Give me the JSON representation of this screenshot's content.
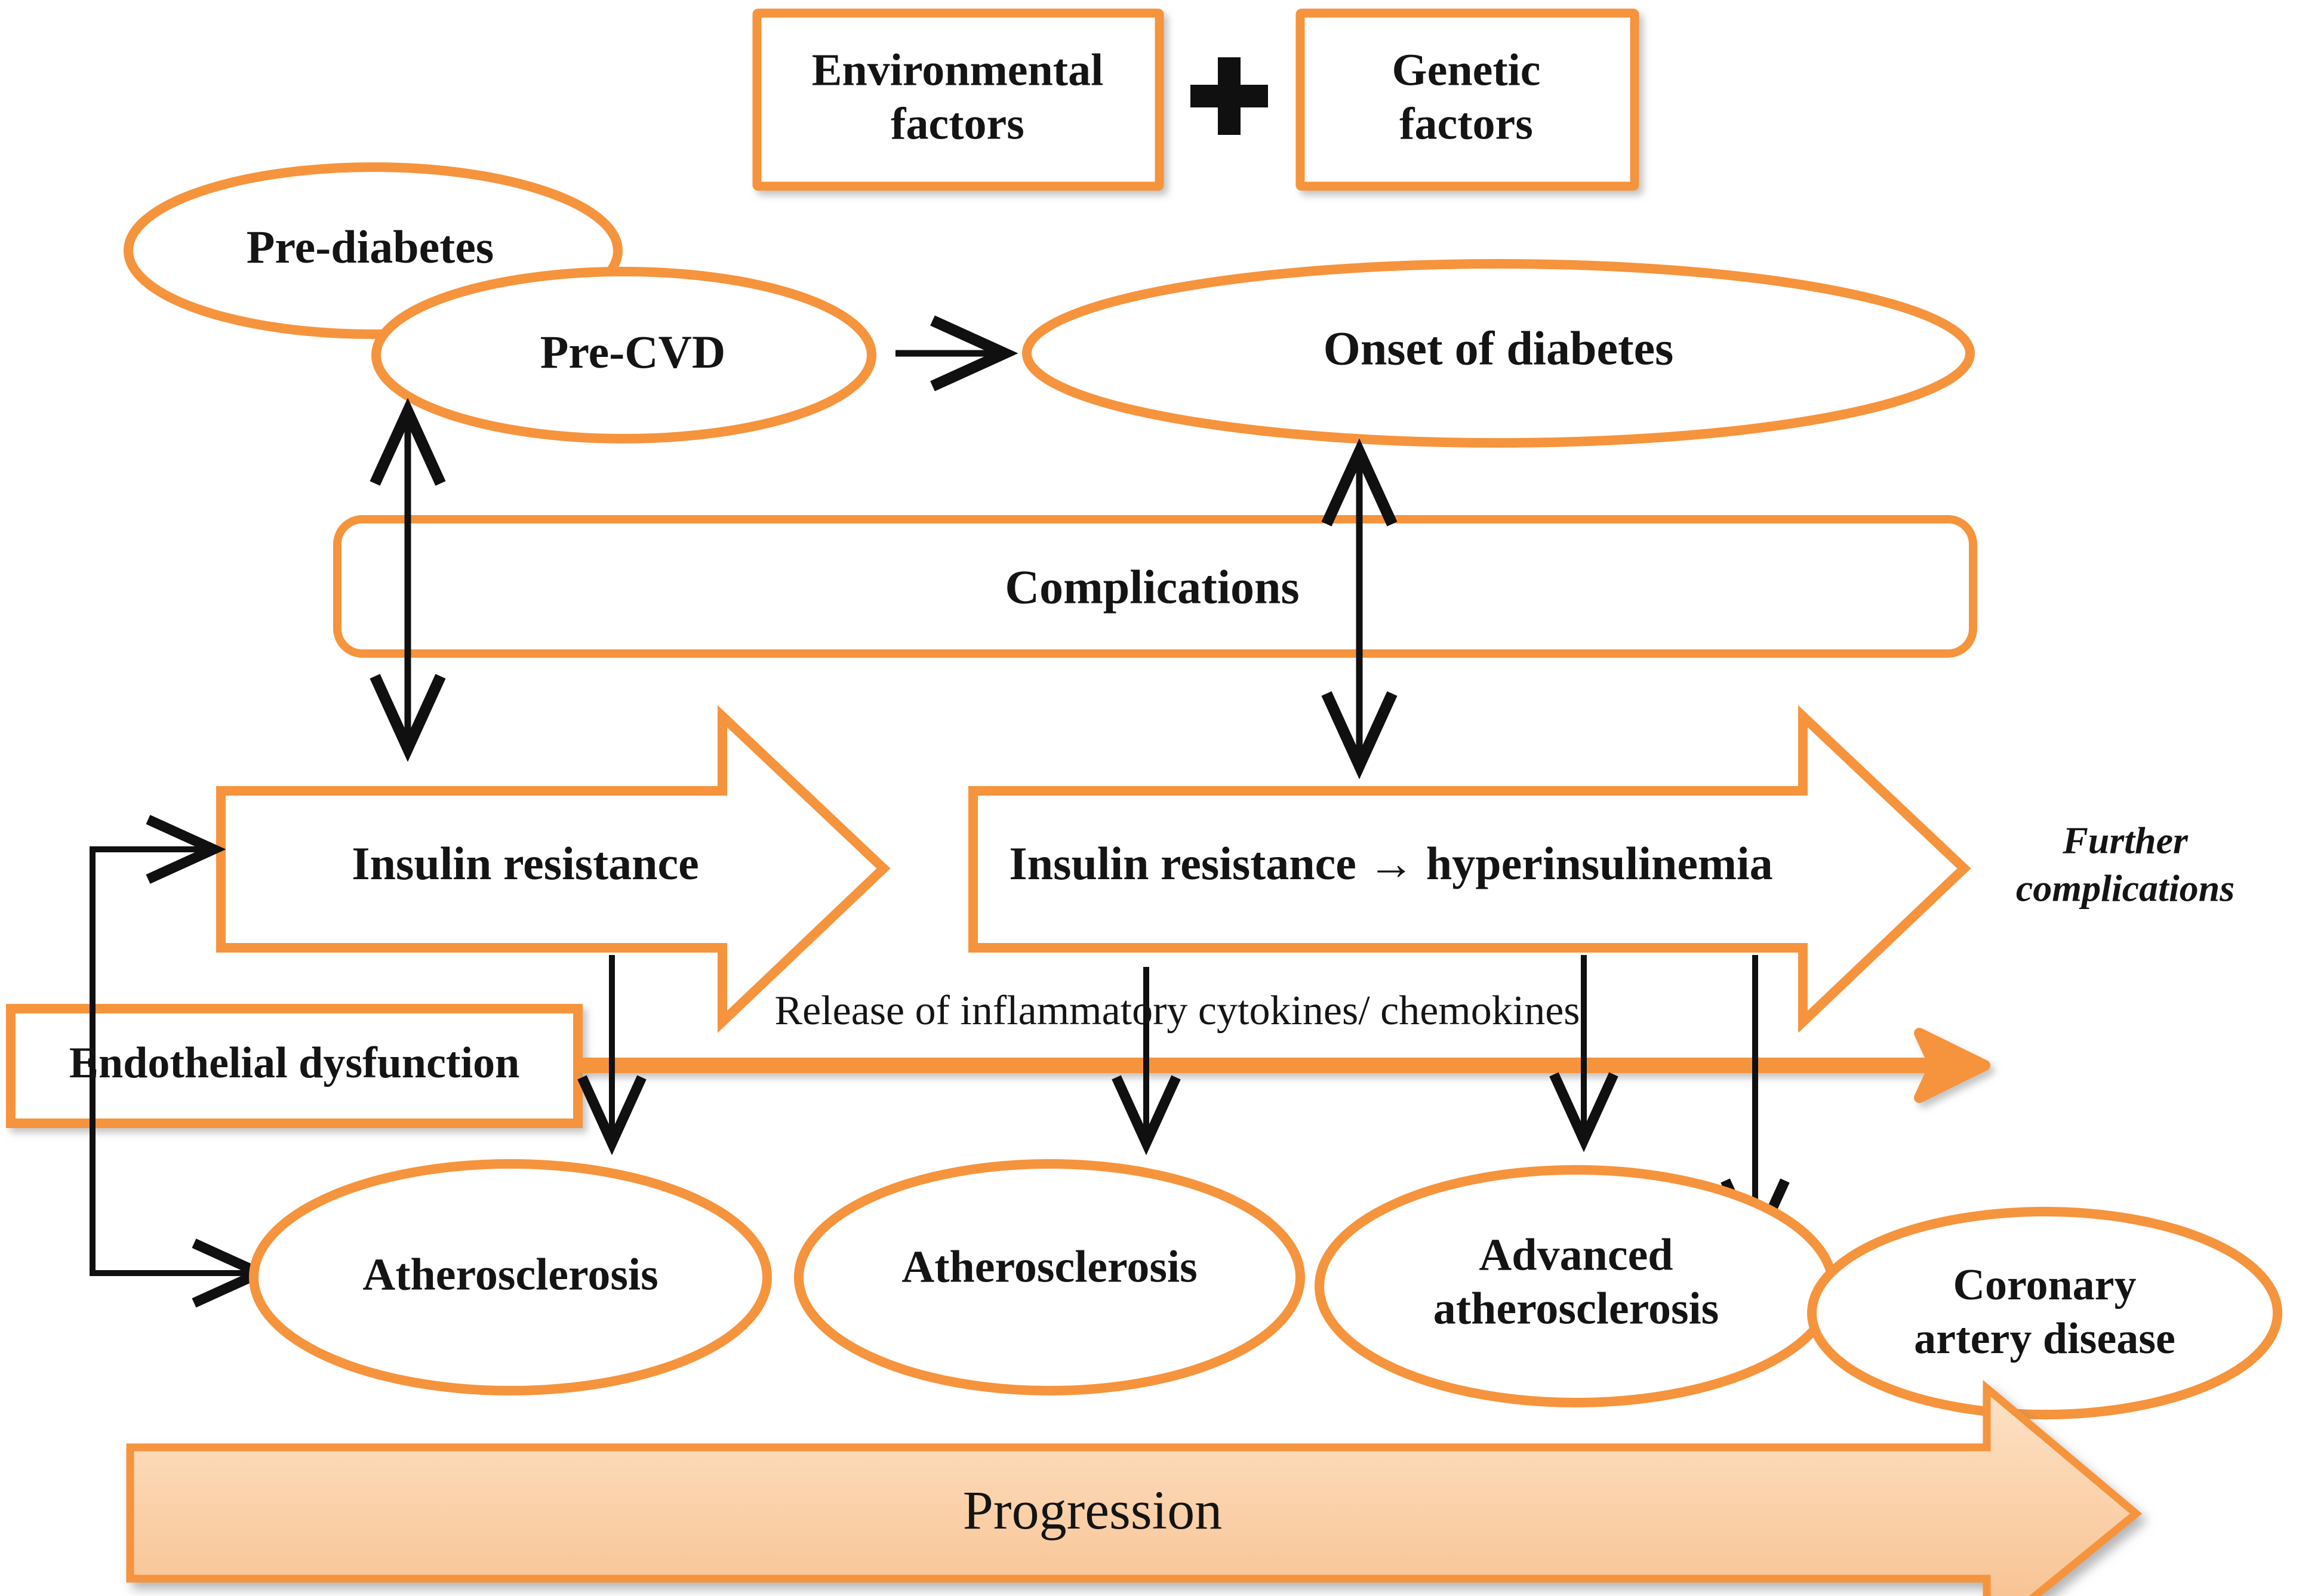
{
  "diagram": {
    "title_nodes": {
      "environmental_factors": "Environmental\nfactors",
      "environmental_factors_line1": "Environmental",
      "environmental_factors_line2": "factors",
      "plus_sign": "+",
      "genetic_factors_line1": "Genetic",
      "genetic_factors_line2": "factors"
    },
    "ellipses": {
      "pre_diabetes": "Pre-diabetes",
      "pre_cvd": "Pre-CVD",
      "onset_of_diabetes": "Onset of diabetes",
      "atherosclerosis_1": "Atherosclerosis",
      "atherosclerosis_2": "Atherosclerosis",
      "advanced_atherosclerosis_line1": "Advanced",
      "advanced_atherosclerosis_line2": "atherosclerosis",
      "coronary_artery_disease_line1": "Coronary",
      "coronary_artery_disease_line2": "artery disease"
    },
    "bars": {
      "complications": "Complications",
      "progression": "Progression"
    },
    "block_arrows": {
      "insulin_resistance": "Insulin resistance",
      "insulin_resistance_hyperinsulinemia": "Insulin resistance → hyperinsulinemia"
    },
    "boxes": {
      "endothelial_dysfunction": "Endothelial dysfunction"
    },
    "labels": {
      "further_complications_line1": "Further",
      "further_complications_line2": "complications",
      "release_of_cytokines": "Release of inflammatory cytokines/ chemokines"
    },
    "colors": {
      "accent_orange": "#F5943D",
      "progression_fill_light": "#FBD9B4",
      "progression_fill_mid": "#F8C193",
      "line_black": "#101010",
      "background": "#FFFFFF"
    }
  }
}
